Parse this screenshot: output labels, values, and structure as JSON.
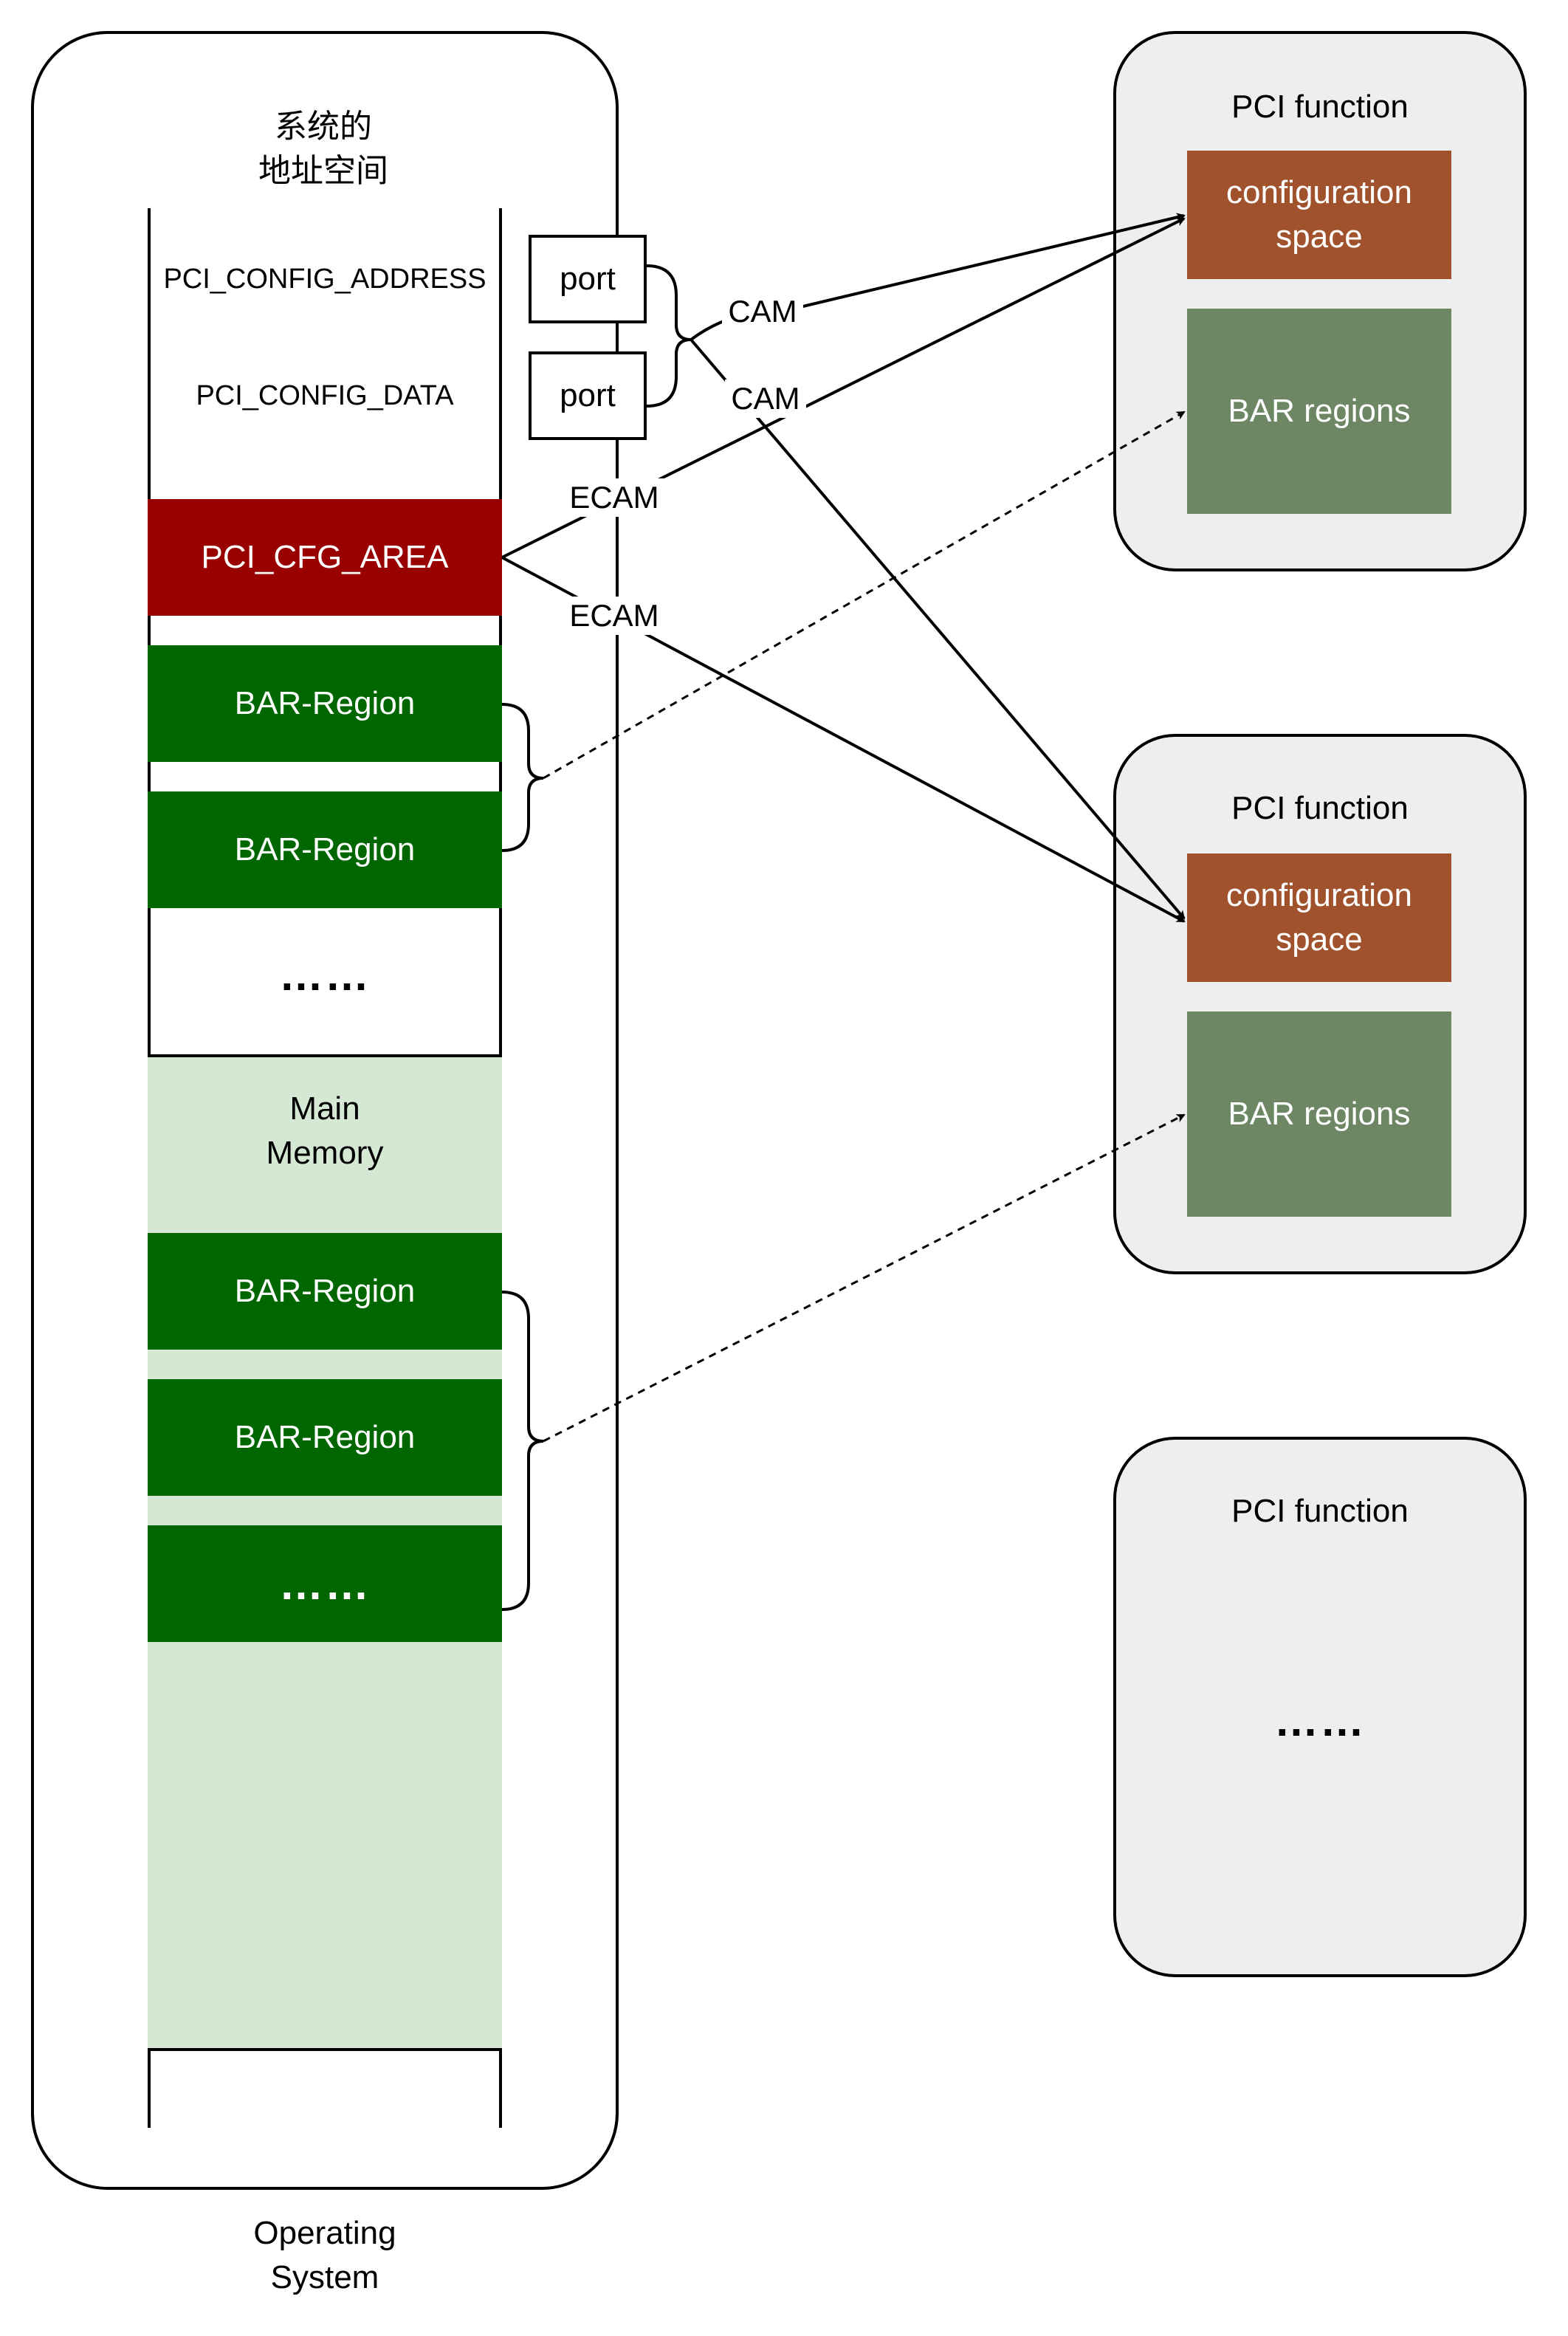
{
  "os": {
    "title": "系统的\n地址空间",
    "caption": "Operating\nSystem",
    "regions": {
      "config_address": "PCI_CONFIG_ADDRESS",
      "config_data": "PCI_CONFIG_DATA",
      "cfg_area": "PCI_CFG_AREA",
      "bar_region": "BAR-Region",
      "ellipsis": "……",
      "main_memory": "Main\nMemory"
    },
    "ports": [
      "port",
      "port"
    ]
  },
  "pci_functions": [
    {
      "title": "PCI function",
      "config_space": "configuration\nspace",
      "bar_regions": "BAR regions"
    },
    {
      "title": "PCI function",
      "config_space": "configuration\nspace",
      "bar_regions": "BAR regions"
    },
    {
      "title": "PCI function",
      "ellipsis": "……"
    }
  ],
  "edges": {
    "cam": "CAM",
    "ecam": "ECAM"
  },
  "colors": {
    "cfg_area": "#990000",
    "bar_region": "#006600",
    "main_memory": "#d5e8d4",
    "config_space": "#a0522d",
    "bar_regions": "#6d8764",
    "pci_function_bg": "#eeeeee"
  }
}
